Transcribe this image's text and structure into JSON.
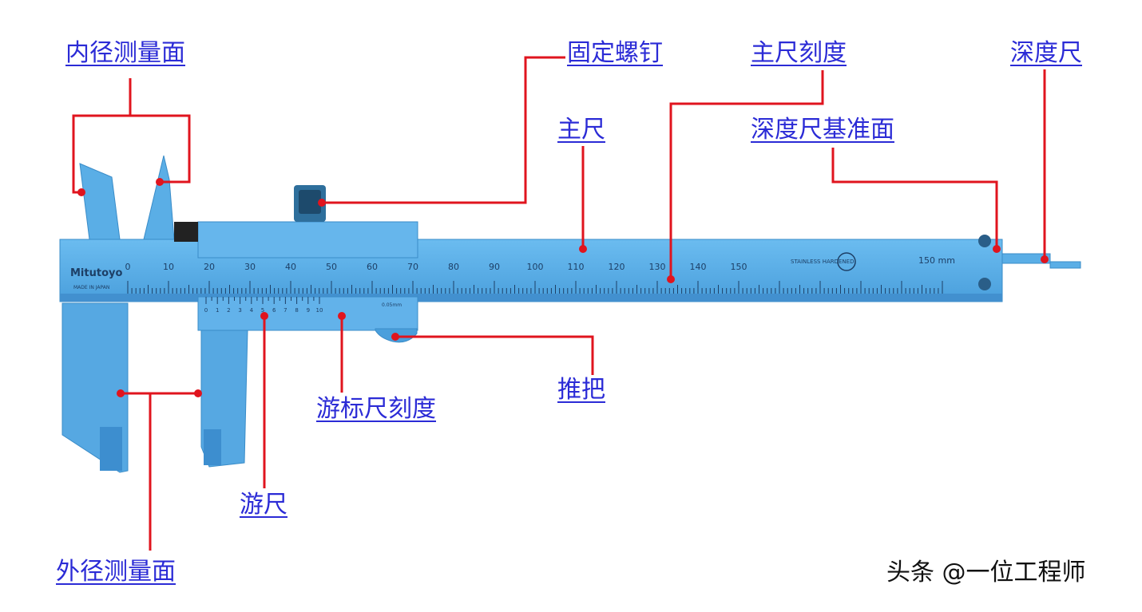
{
  "labels": {
    "inner_face": "内径测量面",
    "fixing_screw": "固定螺钉",
    "main_scale_graduation": "主尺刻度",
    "depth_rod": "深度尺",
    "main_scale": "主尺",
    "depth_reference_face": "深度尺基准面",
    "thumb_push": "推把",
    "vernier_graduation": "游标尺刻度",
    "vernier": "游尺",
    "outer_face": "外径测量面"
  },
  "caliper": {
    "brand": "Mitutoyo",
    "brand_sub": "MADE IN JAPAN",
    "main_numbers": [
      "0",
      "10",
      "20",
      "30",
      "40",
      "50",
      "60",
      "70",
      "80",
      "90",
      "100",
      "110",
      "120",
      "130",
      "140",
      "150"
    ],
    "end_mark": "150 mm",
    "vernier_numbers": [
      "0",
      "1",
      "2",
      "3",
      "4",
      "5",
      "6",
      "7",
      "8",
      "9",
      "10"
    ],
    "vernier_resolution": "0.05mm",
    "stainless_text": "STAINLESS HARDENED"
  },
  "watermark": "头条 @一位工程师",
  "colors": {
    "caliper_body": "#5aaee6",
    "caliper_dark": "#2f7fb8",
    "leader": "#e0141e",
    "label_text": "#2b2bd6"
  }
}
